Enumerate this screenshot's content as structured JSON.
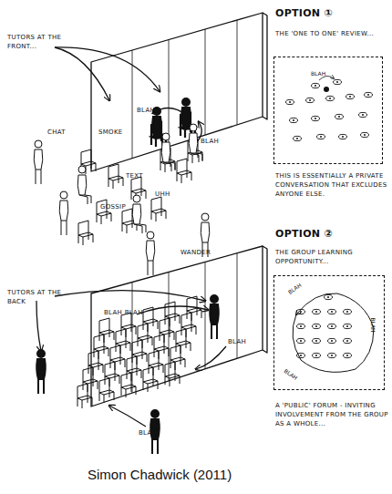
{
  "diagram": {
    "caption": "Simon Chadwick (2011)",
    "nodes": [
      {
        "text": [
          "BLAH"
        ]
      },
      {
        "text": [
          "BLAH",
          "BLAH",
          "BLAH"
        ]
      }
    ],
    "labels": [
      "TUTORS AT THE FRONT...",
      "BLAH",
      "CHAT",
      "SMOKE",
      "BLAH",
      "TEXT",
      "UHH",
      "GOSSIP",
      "WANDER",
      "OPTION ①",
      "THE 'ONE TO ONE' REVIEW...",
      "THIS IS ESSENTIALLY A PRIVATE CONVERSATION THAT EXCLUDES ANYONE ELSE.",
      "OPTION ②",
      "THE GROUP LEARNING OPPORTUNITY...",
      "A 'PUBLIC' FORUM - INVITING INVOLVEMENT FROM THE GROUP AS A WHOLE...",
      "TUTORS AT THE BACK",
      "BLAH BLAH",
      "BLAH",
      "BLAH"
    ]
  }
}
